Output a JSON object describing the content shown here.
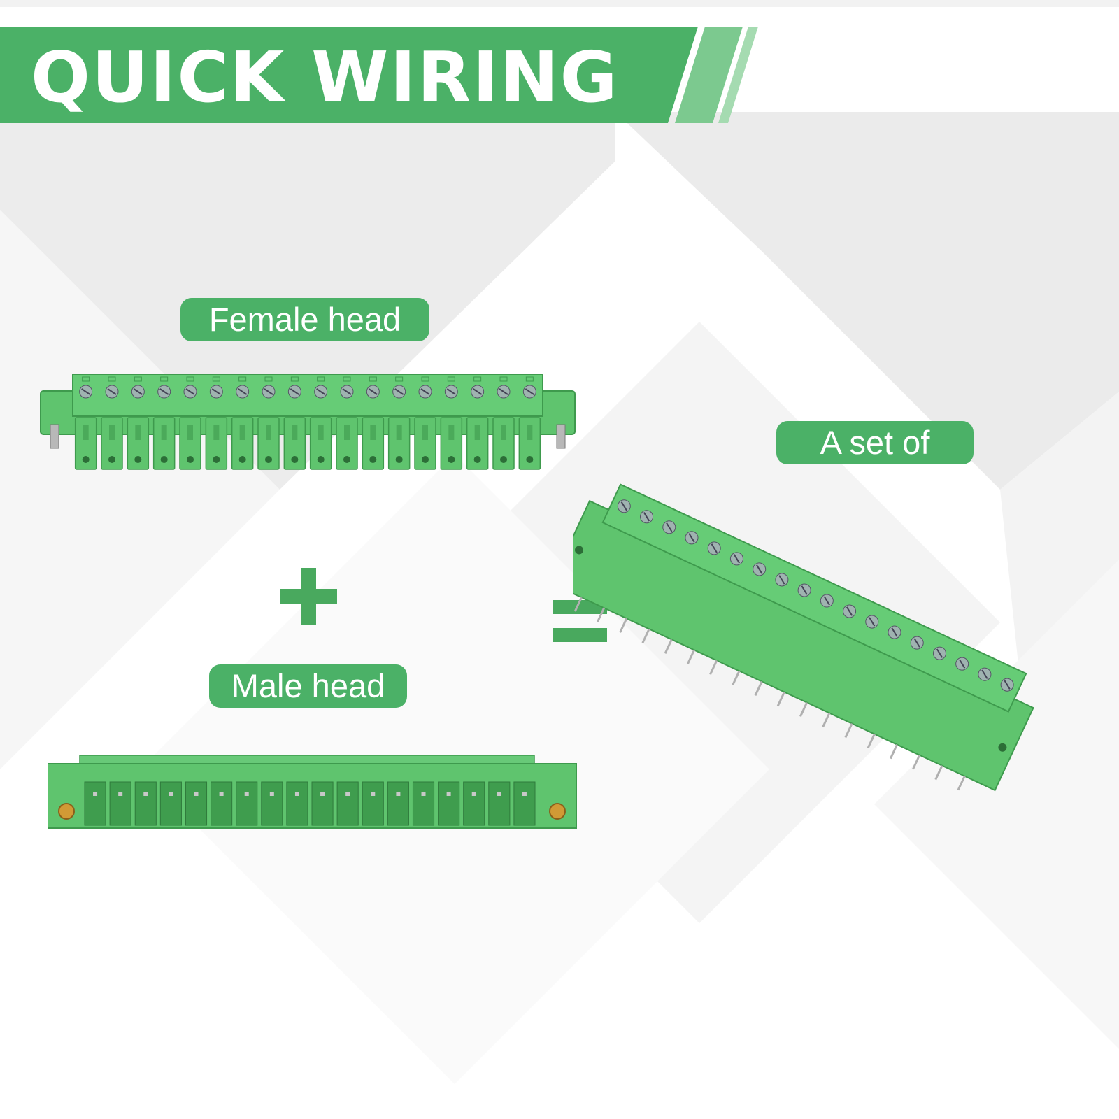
{
  "banner": {
    "title": "QUICK WIRING"
  },
  "labels": {
    "female_head": "Female head",
    "male_head": "Male head",
    "a_set_of": "A set of"
  },
  "operators": {
    "plus": "plus",
    "equals": "equals"
  },
  "colors": {
    "brand_green": "#4bb167",
    "connector_green": "#5fc46e",
    "connector_dark": "#3e9a4d",
    "background": "#ffffff"
  },
  "connector": {
    "positions": 18
  }
}
